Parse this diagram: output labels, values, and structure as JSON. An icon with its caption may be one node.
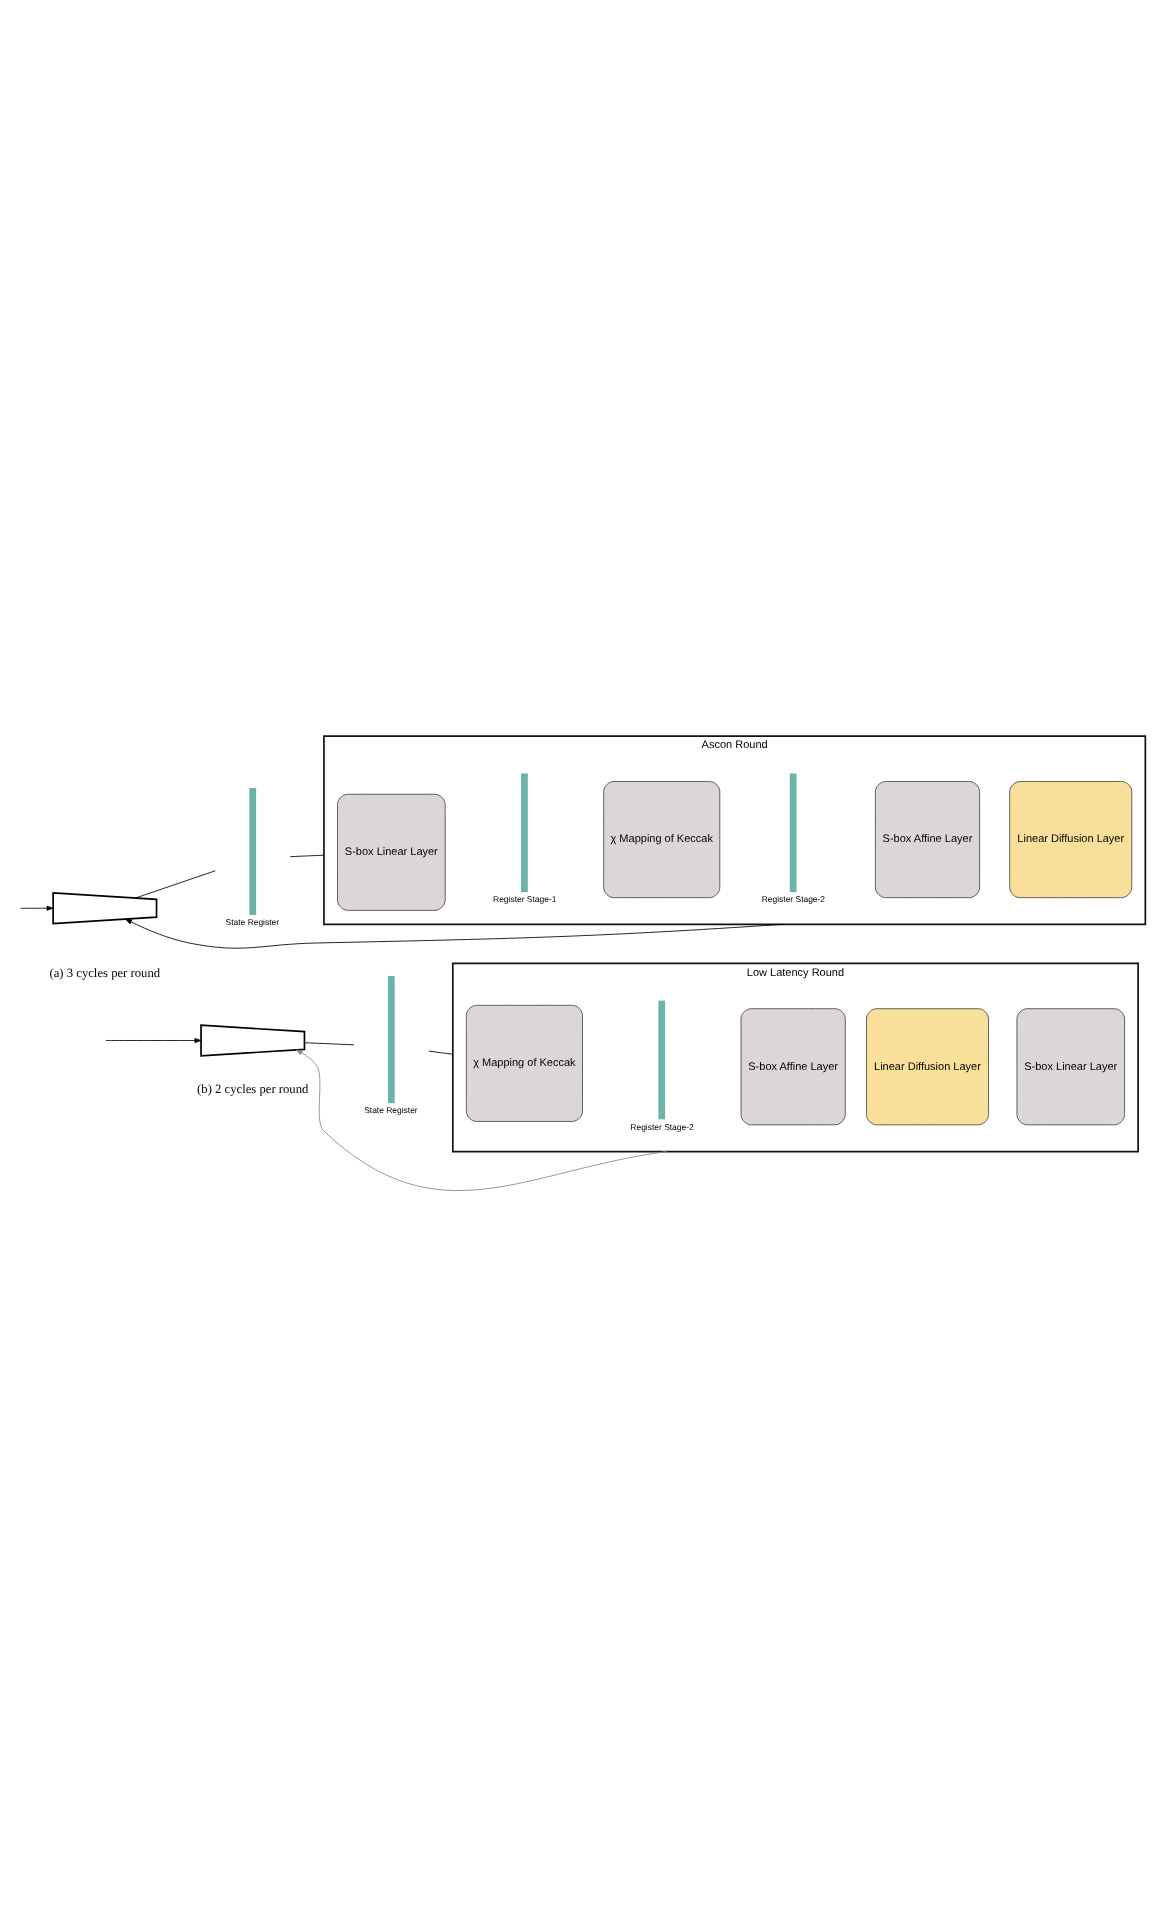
{
  "diagram": {
    "nodes": [
      {
        "text": [],
        "shape": "trapezoid"
      },
      {
        "text": [],
        "shape": "bar",
        "beside": [
          "State Register"
        ]
      },
      {
        "text": [
          "Ascon Round"
        ]
      },
      {
        "text": [
          "S-box Linear Layer"
        ],
        "in": 2
      },
      {
        "text": [],
        "shape": "bar",
        "beside": [
          "Register Stage-1"
        ],
        "in": 2
      },
      {
        "text": [
          "χ Mapping of Keccak"
        ],
        "in": 2
      },
      {
        "text": [],
        "shape": "bar",
        "beside": [
          "Register Stage-2"
        ],
        "in": 2
      },
      {
        "text": [
          "S-box Affine Layer"
        ],
        "in": 2
      },
      {
        "text": [
          "Linear Diffusion Layer"
        ],
        "in": 2
      },
      {
        "text": [],
        "shape": "trapezoid"
      },
      {
        "text": [],
        "shape": "bar",
        "beside": [
          "State Register"
        ]
      },
      {
        "text": [
          "Low Latency Round"
        ]
      },
      {
        "text": [
          "χ Mapping of Keccak"
        ],
        "in": 11
      },
      {
        "text": [],
        "shape": "bar",
        "beside": [
          "Register Stage-2"
        ],
        "in": 11
      },
      {
        "text": [
          "S-box Affine Layer"
        ],
        "in": 11
      },
      {
        "text": [
          "Linear Diffusion Layer"
        ],
        "in": 11
      },
      {
        "text": [
          "S-box Linear Layer"
        ],
        "in": 11
      }
    ],
    "edges": [
      {
        "from": null,
        "to": 0,
        "arrow": "to"
      },
      {
        "from": 2,
        "to": 0,
        "arrow": "to"
      },
      {
        "from": 0,
        "to": 1,
        "arrow": "none"
      },
      {
        "from": 1,
        "to": 2,
        "arrow": "none"
      },
      {
        "from": null,
        "to": 9,
        "arrow": "to"
      },
      {
        "from": 11,
        "to": 9,
        "arrow": "to",
        "color": "#888888"
      },
      {
        "from": 9,
        "to": 10,
        "arrow": "none"
      },
      {
        "from": 10,
        "to": 11,
        "arrow": "none"
      }
    ],
    "labels": [
      "(a) 3 cycles per round",
      "(b) 2 cycles per round"
    ]
  }
}
